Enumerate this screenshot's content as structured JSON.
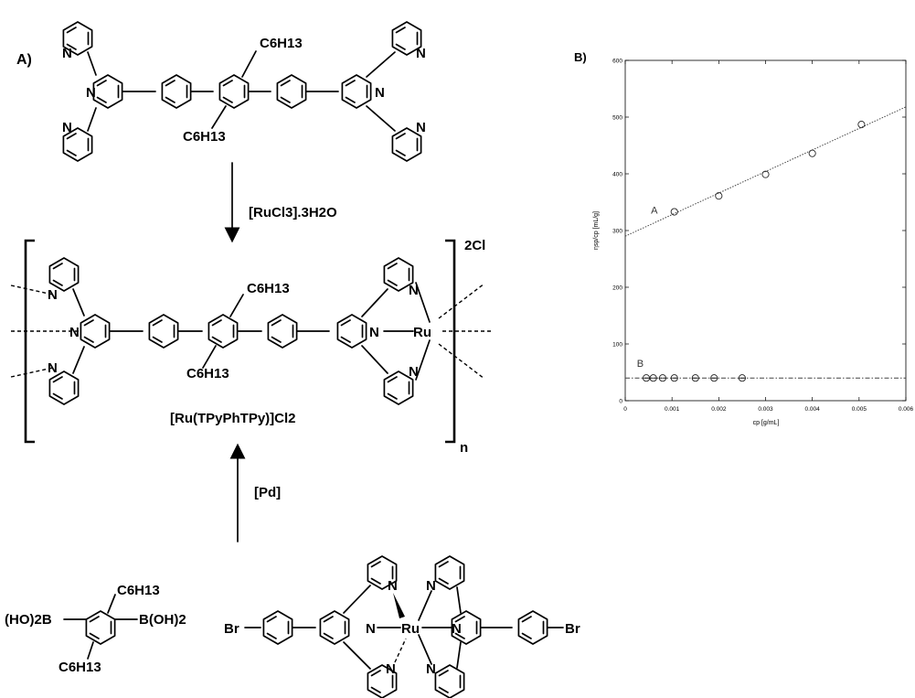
{
  "panel_labels": {
    "a": "A)",
    "b": "B)"
  },
  "reagents": {
    "ruthenium": "[RuCl3].3H2O",
    "palladium": "[Pd]"
  },
  "product": {
    "name": "[Ru(TPyPhTPy)]Cl2",
    "counter_ion": "2Cl",
    "repeat": "n"
  },
  "atoms": {
    "N": "N",
    "Ru": "Ru",
    "Br": "Br",
    "B_left": "(HO)2B",
    "B_right": "B(OH)2",
    "C6H13": "C6H13"
  },
  "chart_data": {
    "type": "scatter",
    "xlabel": "cp [g/mL]",
    "ylabel": "ηsp/cp [mL/g]",
    "xlim": [
      0,
      0.006
    ],
    "ylim": [
      0,
      600
    ],
    "x_ticks": [
      "0",
      "0.001",
      "0.002",
      "0.003",
      "0.004",
      "0.005",
      "0.006"
    ],
    "y_ticks": [
      "0",
      "100",
      "200",
      "300",
      "400",
      "500",
      "600"
    ],
    "grid": false,
    "series": [
      {
        "name": "A",
        "x": [
          0.00105,
          0.002,
          0.003,
          0.004,
          0.00505
        ],
        "y": [
          333,
          361,
          399,
          436,
          487
        ],
        "fit": {
          "intercept": 290,
          "slope": 38000
        }
      },
      {
        "name": "B",
        "x": [
          0.00045,
          0.0006,
          0.0008,
          0.00105,
          0.0015,
          0.0019,
          0.0025
        ],
        "y": [
          40,
          40,
          40,
          40,
          40,
          40,
          40
        ],
        "fit": {
          "intercept": 40,
          "slope": 0
        }
      }
    ]
  }
}
